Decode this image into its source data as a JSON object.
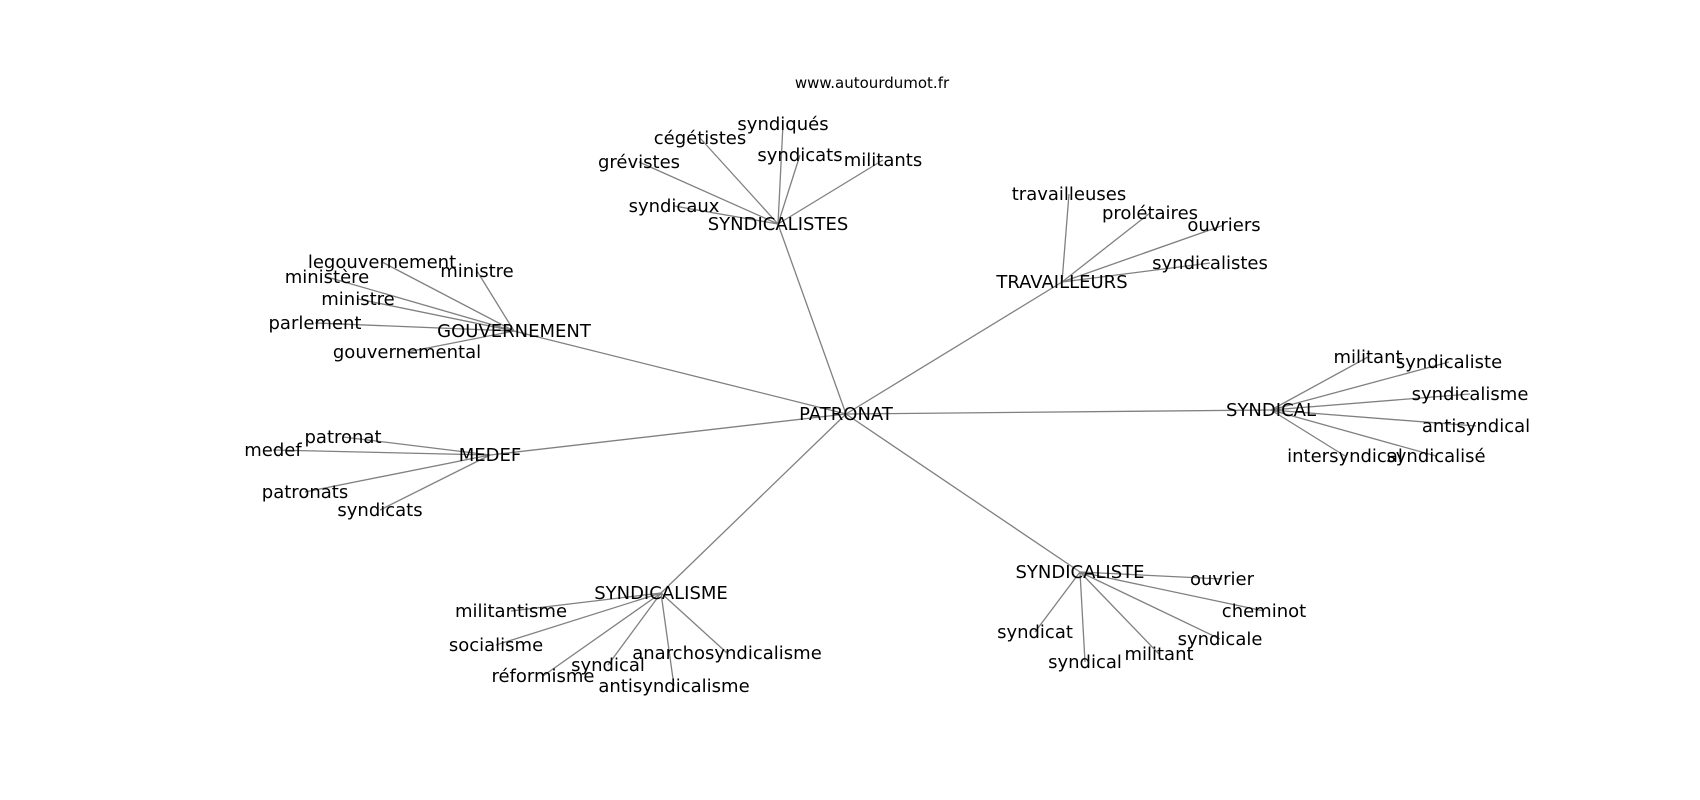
{
  "source": "www.autourdumot.fr",
  "colors": {
    "edge": "#808080",
    "text": "#000000",
    "background": "#ffffff"
  },
  "graph": {
    "center": "PATRONAT",
    "hubs": [
      {
        "label": "SYNDICALISTES",
        "leaves": [
          "syndiqués",
          "cégétistes",
          "grévistes",
          "syndicats",
          "militants",
          "syndicaux"
        ]
      },
      {
        "label": "TRAVAILLEURS",
        "leaves": [
          "travailleuses",
          "prolétaires",
          "ouvriers",
          "syndicalistes"
        ]
      },
      {
        "label": "GOUVERNEMENT",
        "leaves": [
          "legouvernement",
          "ministère",
          "ministre",
          "ministre",
          "parlement",
          "gouvernemental"
        ]
      },
      {
        "label": "SYNDICAL",
        "leaves": [
          "militant",
          "syndicaliste",
          "syndicalisme",
          "antisyndical",
          "intersyndical",
          "syndicalisé"
        ]
      },
      {
        "label": "MEDEF",
        "leaves": [
          "patronat",
          "medef",
          "patronats",
          "syndicats"
        ]
      },
      {
        "label": "SYNDICALISME",
        "leaves": [
          "militantisme",
          "socialisme",
          "réformisme",
          "syndical",
          "anarchosyndicalisme",
          "antisyndicalisme"
        ]
      },
      {
        "label": "SYNDICALISTE",
        "leaves": [
          "ouvrier",
          "cheminot",
          "syndicat",
          "syndicale",
          "syndical",
          "militant"
        ]
      }
    ]
  }
}
